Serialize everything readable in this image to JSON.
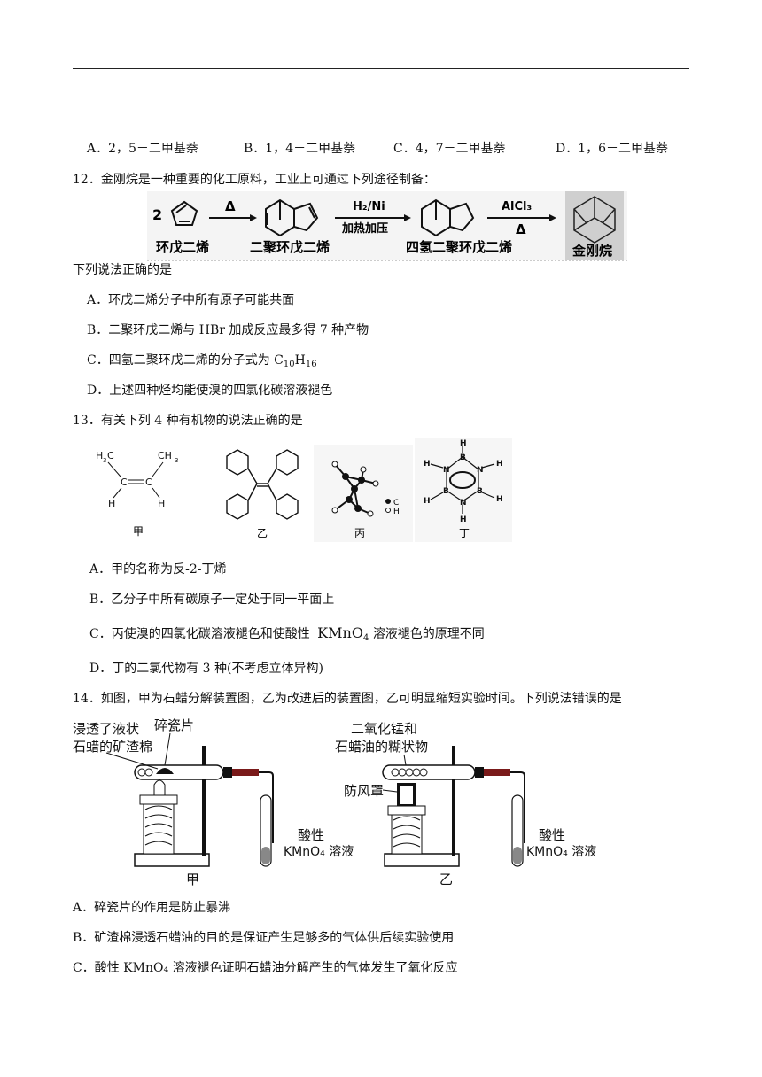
{
  "q11": {
    "options": [
      "A．2，5－二甲基萘",
      "B．1，4－二甲基萘",
      "C．4，7－二甲基萘",
      "D．1，6－二甲基萘"
    ]
  },
  "q12": {
    "stem": "12．金刚烷是一种重要的化工原料，工业上可通过下列途径制备：",
    "scheme": {
      "coef": "2",
      "heat": "Δ",
      "reagent1_top": "H₂/Ni",
      "reagent1_bottom": "加热加压",
      "reagent2_top": "AlCl₃",
      "reagent2_bottom": "Δ",
      "labels": [
        "环戊二烯",
        "二聚环戊二烯",
        "四氢二聚环戊二烯",
        "金刚烷"
      ]
    },
    "prompt": "下列说法正确的是",
    "options": [
      "A．环戊二烯分子中所有原子可能共面",
      "B．二聚环戊二烯与 HBr 加成反应最多得 7 种产物",
      "C．四氢二聚环戊二烯的分子式为 C",
      "D．上述四种烃均能使溴的四氯化碳溶液褪色"
    ],
    "formula_c_sub": "10",
    "formula_h": "H",
    "formula_h_sub": "16"
  },
  "q13": {
    "stem": "13．有关下列 4 种有机物的说法正确的是",
    "struct_labels": [
      "甲",
      "乙",
      "丙",
      "丁"
    ],
    "jia": {
      "ch3": "CH",
      "three": "3",
      "h3c": "H",
      "h3c_rest": "C",
      "c": "C",
      "h": "H"
    },
    "bing_legend": [
      "C",
      "H"
    ],
    "ding_atoms": {
      "b": "B",
      "n": "N",
      "h": "H"
    },
    "options": [
      "A．甲的名称为反-2-丁烯",
      "B．乙分子中所有碳原子一定处于同一平面上",
      "C．丙使溴的四氯化碳溶液褪色和使酸性 ",
      "D．丁的二氯代物有 3 种(不考虑立体异构)"
    ],
    "optC_formula": "KMnO",
    "optC_formula_sub": "4",
    "optC_tail": " 溶液褪色的原理不同"
  },
  "q14": {
    "stem": "14．如图，甲为石蜡分解装置图，乙为改进后的装置图，乙可明显缩短实验时间。下列说法错误的是",
    "fig_jia": {
      "label_wool": [
        "浸透了液状",
        "石蜡的矿渣棉"
      ],
      "label_chips": "碎瓷片",
      "label_sol": [
        "酸性",
        "KMnO₄ 溶液"
      ],
      "caption": "甲"
    },
    "fig_yi": {
      "label_mno2": [
        "二氧化锰和",
        "石蜡油的糊状物"
      ],
      "label_shield": "防风罩",
      "label_sol": [
        "酸性",
        "KMnO₄ 溶液"
      ],
      "caption": "乙"
    },
    "options": [
      "A．碎瓷片的作用是防止暴沸",
      "B．矿渣棉浸透石蜡油的目的是保证产生足够多的气体供后续实验使用",
      "C．酸性 KMnO₄ 溶液褪色证明石蜡油分解产生的气体发生了氧化反应"
    ]
  }
}
